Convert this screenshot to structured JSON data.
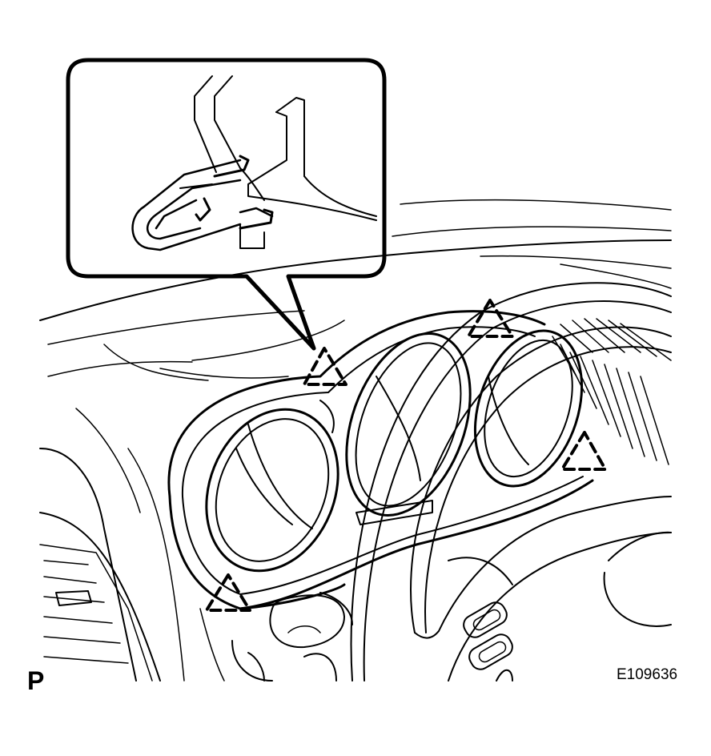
{
  "labels": {
    "view_letter": "P",
    "figure_id": "E109636"
  },
  "callouts": [
    {
      "name": "clip-top-left"
    },
    {
      "name": "clip-top-center"
    },
    {
      "name": "clip-right"
    },
    {
      "name": "clip-bottom-left"
    }
  ]
}
